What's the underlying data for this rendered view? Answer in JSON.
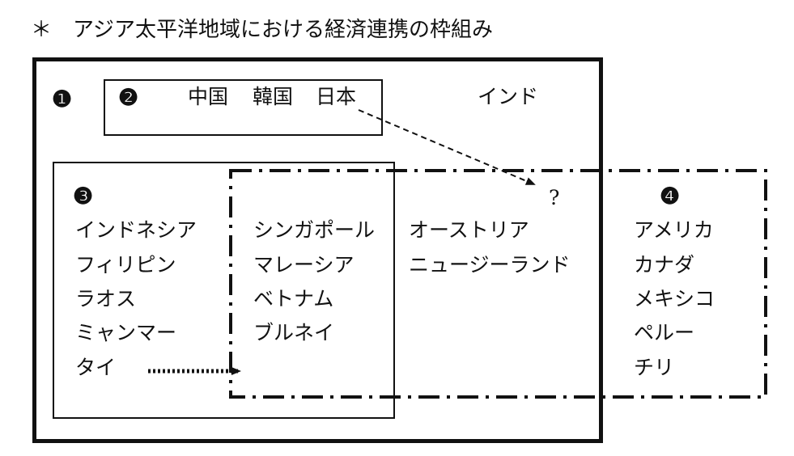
{
  "title": "＊　アジア太平洋地域における経済連携の枠組み",
  "markers": {
    "m1": "❶",
    "m2": "❷",
    "m3": "❸",
    "m4": "❹"
  },
  "box2_countries": [
    "中国",
    "韓国",
    "日本"
  ],
  "outside_india": "インド",
  "question_mark": "?",
  "box3_only": [
    "インドネシア",
    "フィリピン",
    "ラオス",
    "ミャンマー",
    "タイ"
  ],
  "overlap_3_4": [
    "シンガポール",
    "マレーシア",
    "ベトナム",
    "ブルネイ"
  ],
  "box4_middle": [
    "オーストリア",
    "ニュージーランド"
  ],
  "box4_right": [
    "アメリカ",
    "カナダ",
    "メキシコ",
    "ペルー",
    "チリ"
  ]
}
